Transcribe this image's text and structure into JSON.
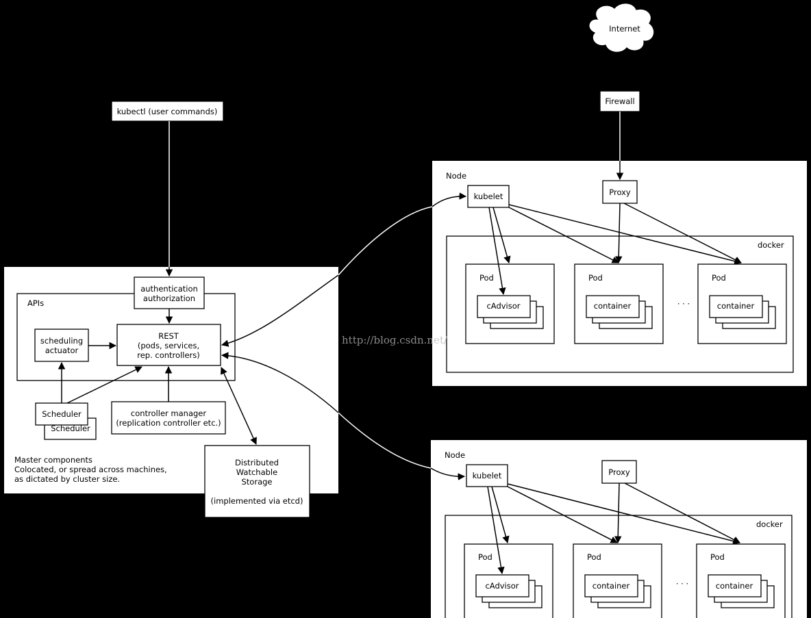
{
  "colors": {
    "background": "#000000",
    "panel": "#ffffff",
    "stroke": "#000000"
  },
  "internet": {
    "label": "Internet"
  },
  "firewall": {
    "label": "Firewall"
  },
  "kubectl": {
    "label": "kubectl (user commands)"
  },
  "master": {
    "auth_line1": "authentication",
    "auth_line2": "authorization",
    "apis_label": "APIs",
    "rest_line1": "REST",
    "rest_line2": "(pods, services,",
    "rest_line3": "rep. controllers)",
    "sched_act_line1": "scheduling",
    "sched_act_line2": "actuator",
    "scheduler_label": "Scheduler",
    "scheduler_back_label": "Scheduler",
    "cm_line1": "controller manager",
    "cm_line2": "(replication controller etc.)",
    "note_line1": "Master components",
    "note_line2": "Colocated, or spread across machines,",
    "note_line3": "as dictated by cluster size.",
    "storage_line1": "Distributed",
    "storage_line2": "Watchable",
    "storage_line3": "Storage",
    "storage_line4": "(implemented via etcd)"
  },
  "nodes": [
    {
      "label": "Node",
      "kubelet": "kubelet",
      "proxy": "Proxy",
      "docker": "docker",
      "pods": [
        {
          "label": "Pod",
          "container": "cAdvisor"
        },
        {
          "label": "Pod",
          "container": "container"
        },
        {
          "label": "Pod",
          "container": "container"
        }
      ],
      "ellipsis": "· · ·"
    },
    {
      "label": "Node",
      "kubelet": "kubelet",
      "proxy": "Proxy",
      "docker": "docker",
      "pods": [
        {
          "label": "Pod",
          "container": "cAdvisor"
        },
        {
          "label": "Pod",
          "container": "container"
        },
        {
          "label": "Pod",
          "container": "container"
        }
      ],
      "ellipsis": "· · ·"
    }
  ],
  "watermark": "http://blog.csdn.net/"
}
